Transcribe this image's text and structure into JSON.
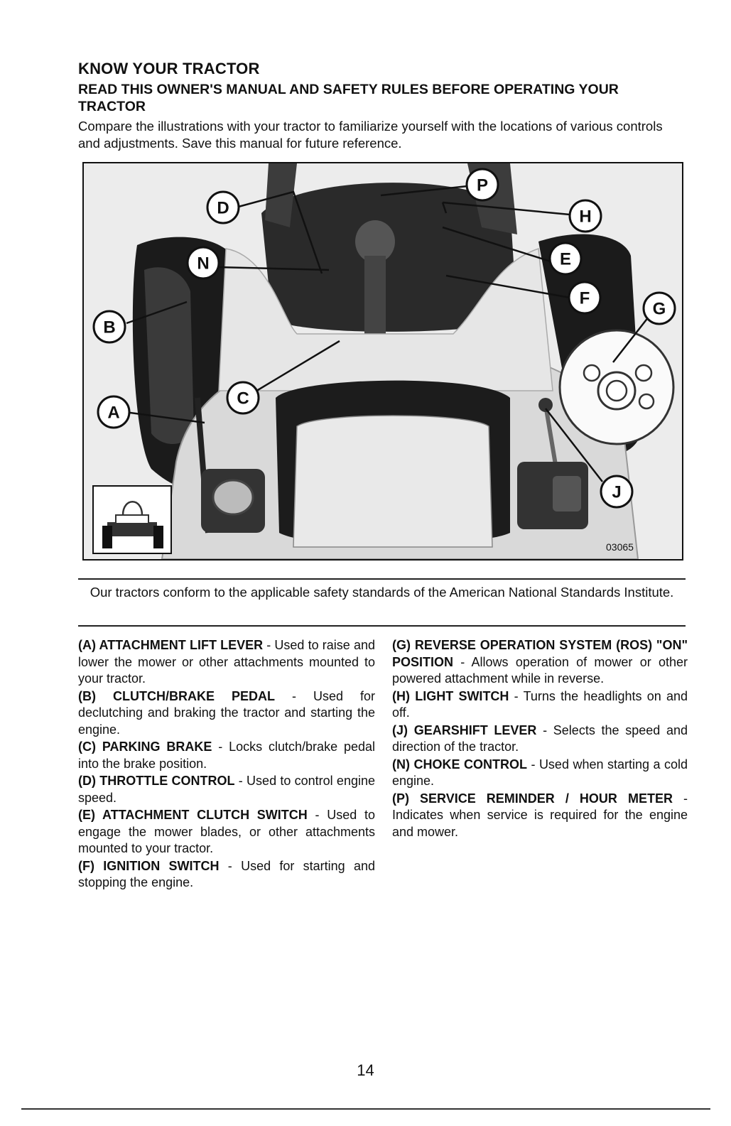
{
  "header": {
    "title": "KNOW YOUR TRACTOR",
    "subtitle": "READ THIS OWNER'S MANUAL AND SAFETY RULES BEFORE OPERATING YOUR TRACTOR",
    "intro": "Compare the illustrations with your tractor to familiarize yourself with the locations of various controls and adjustments. Save this manual for future reference."
  },
  "figure": {
    "code": "03065",
    "callouts": [
      "A",
      "B",
      "C",
      "D",
      "E",
      "F",
      "G",
      "H",
      "J",
      "N",
      "P"
    ]
  },
  "notice": "Our tractors conform to the applicable safety standards of the American National Standards Institute.",
  "descriptions": {
    "left": [
      {
        "term": "(A) ATTACHMENT LIFT LEVER",
        "text": " - Used to raise and lower the mower or other attachments mounted to your tractor."
      },
      {
        "term": "(B) CLUTCH/BRAKE PEDAL",
        "text": " - Used for declutching and braking the tractor and starting the engine."
      },
      {
        "term": "(C) PARKING BRAKE",
        "text": " - Locks clutch/brake pedal into the brake position."
      },
      {
        "term": "(D) THROTTLE CONTROL",
        "text": " - Used to control engine speed."
      },
      {
        "term": "(E) ATTACHMENT CLUTCH SWITCH",
        "text": " - Used to engage the mower blades, or other attachments mounted to your tractor."
      },
      {
        "term": "(F) IGNITION SWITCH",
        "text": " - Used for starting and stopping the engine."
      }
    ],
    "right": [
      {
        "term": "(G) REVERSE OPERATION SYSTEM (ROS) \"ON\" POSITION",
        "text": " - Allows operation of mower or other powered attachment while in reverse."
      },
      {
        "term": "(H) LIGHT SWITCH",
        "text": " - Turns the headlights on and off."
      },
      {
        "term": "(J) GEARSHIFT LEVER",
        "text": " - Selects the speed and direction of the tractor."
      },
      {
        "term": "(N) CHOKE CONTROL",
        "text": " - Used when starting a cold engine."
      },
      {
        "term": "(P) SERVICE REMINDER / HOUR METER",
        "text": " - Indicates when service is required for the engine and mower."
      }
    ]
  },
  "page_number": "14"
}
